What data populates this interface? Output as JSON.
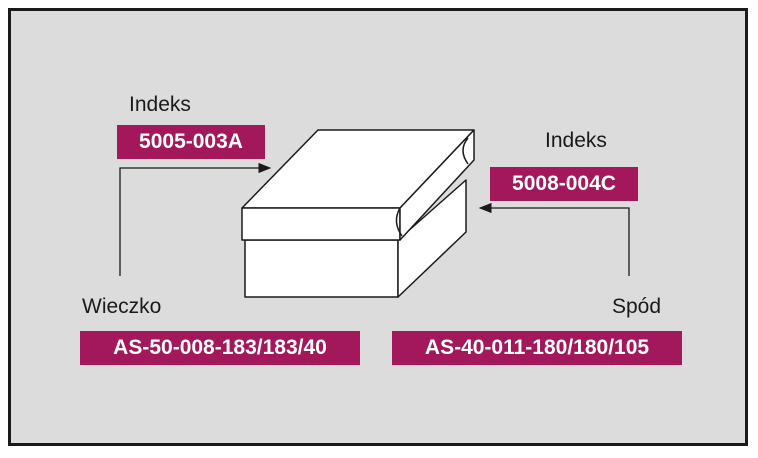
{
  "lid": {
    "index_label": "Indeks",
    "index_code": "5005-003A",
    "name": "Wieczko",
    "part_code": "AS-50-008-183/183/40"
  },
  "base": {
    "index_label": "Indeks",
    "index_code": "5008-004C",
    "name": "Spód",
    "part_code": "AS-40-011-180/180/105"
  },
  "colors": {
    "accent": "#a2185b",
    "panel": "#dcdcdc",
    "line": "#1a1a1a"
  },
  "icons": {
    "box": "box-lid-illustration"
  }
}
